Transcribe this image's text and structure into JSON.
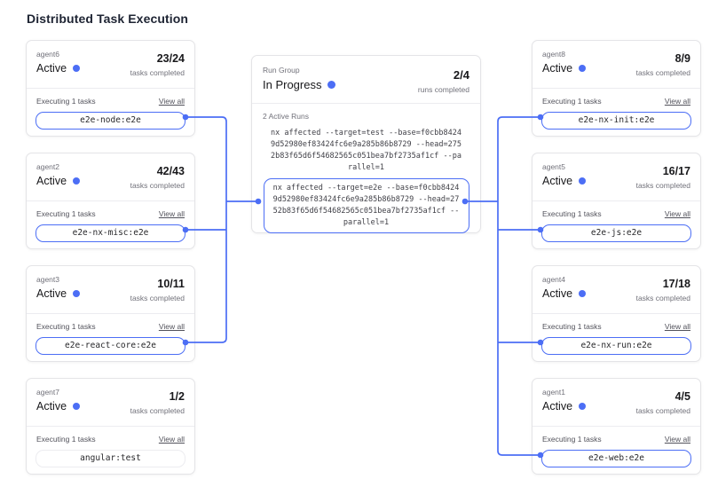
{
  "page": {
    "title": "Distributed Task Execution"
  },
  "colors": {
    "accent": "#4c6ef5",
    "card_border": "#e4e4e7",
    "text_dark": "#18181b",
    "text_gray": "#71717a"
  },
  "run_group": {
    "label": "Run Group",
    "status": "In Progress",
    "progress": "2/4",
    "progress_caption": "runs completed",
    "active_runs_label": "2 Active Runs",
    "runs": [
      {
        "command": "nx affected --target=test --base=f0cbb84249d52980ef83424fc6e9a285b86b8729 --head=2752b83f65d6f54682565c051bea7bf2735af1cf --parallel=1",
        "highlighted": false
      },
      {
        "command": "nx affected --target=e2e --base=f0cbb84249d52980ef83424fc6e9a285b86b8729 --head=2752b83f65d6f54682565c051bea7bf2735af1cf --parallel=1",
        "highlighted": true
      }
    ]
  },
  "agents": [
    {
      "name": "agent6",
      "status": "Active",
      "progress": "23/24",
      "caption": "tasks completed",
      "executing_label": "Executing 1 tasks",
      "view_all": "View all",
      "task": "e2e-node:e2e",
      "connected": true
    },
    {
      "name": "agent2",
      "status": "Active",
      "progress": "42/43",
      "caption": "tasks completed",
      "executing_label": "Executing 1 tasks",
      "view_all": "View all",
      "task": "e2e-nx-misc:e2e",
      "connected": true
    },
    {
      "name": "agent3",
      "status": "Active",
      "progress": "10/11",
      "caption": "tasks completed",
      "executing_label": "Executing 1 tasks",
      "view_all": "View all",
      "task": "e2e-react-core:e2e",
      "connected": true
    },
    {
      "name": "agent7",
      "status": "Active",
      "progress": "1/2",
      "caption": "tasks completed",
      "executing_label": "Executing 1 tasks",
      "view_all": "View all",
      "task": "angular:test",
      "connected": false
    },
    {
      "name": "agent8",
      "status": "Active",
      "progress": "8/9",
      "caption": "tasks completed",
      "executing_label": "Executing 1 tasks",
      "view_all": "View all",
      "task": "e2e-nx-init:e2e",
      "connected": true
    },
    {
      "name": "agent5",
      "status": "Active",
      "progress": "16/17",
      "caption": "tasks completed",
      "executing_label": "Executing 1 tasks",
      "view_all": "View all",
      "task": "e2e-js:e2e",
      "connected": true
    },
    {
      "name": "agent4",
      "status": "Active",
      "progress": "17/18",
      "caption": "tasks completed",
      "executing_label": "Executing 1 tasks",
      "view_all": "View all",
      "task": "e2e-nx-run:e2e",
      "connected": true
    },
    {
      "name": "agent1",
      "status": "Active",
      "progress": "4/5",
      "caption": "tasks completed",
      "executing_label": "Executing 1 tasks",
      "view_all": "View all",
      "task": "e2e-web:e2e",
      "connected": true
    }
  ]
}
